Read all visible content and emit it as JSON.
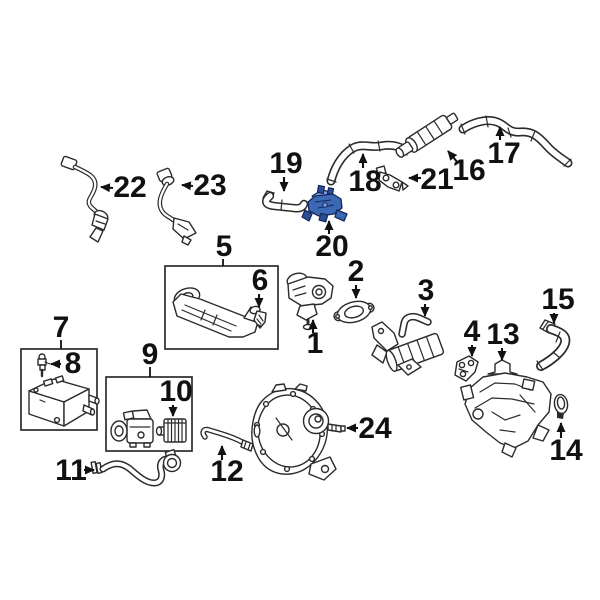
{
  "diagram": {
    "kind": "exploded-parts-diagram",
    "background_color": "#ffffff",
    "line_color": "#2d2a2b",
    "label_color": "#111111",
    "highlighted_part_number": "20",
    "highlight_colors": {
      "fill": "#3b69b3",
      "stroke": "#16265e",
      "light": "#7f9ed8",
      "shade": "#2b4d96"
    },
    "callouts": [
      {
        "number": "1"
      },
      {
        "number": "2"
      },
      {
        "number": "3"
      },
      {
        "number": "4"
      },
      {
        "number": "5"
      },
      {
        "number": "6"
      },
      {
        "number": "7"
      },
      {
        "number": "8"
      },
      {
        "number": "9"
      },
      {
        "number": "10"
      },
      {
        "number": "11"
      },
      {
        "number": "12"
      },
      {
        "number": "13"
      },
      {
        "number": "14"
      },
      {
        "number": "15"
      },
      {
        "number": "16"
      },
      {
        "number": "17"
      },
      {
        "number": "18"
      },
      {
        "number": "19"
      },
      {
        "number": "20"
      },
      {
        "number": "21"
      },
      {
        "number": "22"
      },
      {
        "number": "23"
      },
      {
        "number": "24"
      }
    ]
  }
}
